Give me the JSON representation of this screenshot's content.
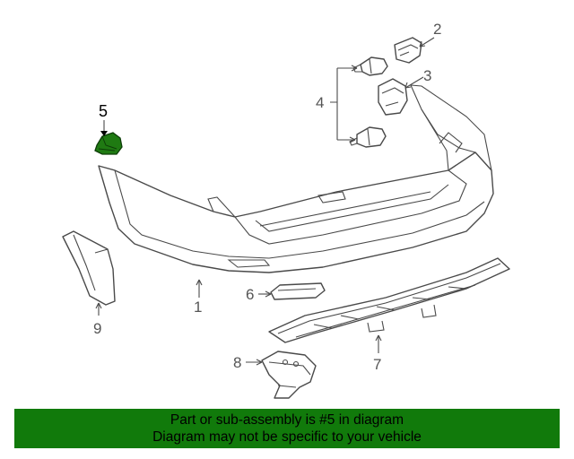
{
  "callouts": {
    "c1": "1",
    "c2": "2",
    "c3": "3",
    "c4": "4",
    "c5": "5",
    "c6": "6",
    "c7": "7",
    "c8": "8",
    "c9": "9"
  },
  "highlight_part": "5",
  "colors": {
    "banner_bg": "#117a0b",
    "highlight_part": "#1f7a12",
    "line_art": "#4a4a4a"
  },
  "footer": {
    "line1": "Part or sub-assembly is #5 in diagram",
    "line2": "Diagram may not be specific to your vehicle"
  }
}
